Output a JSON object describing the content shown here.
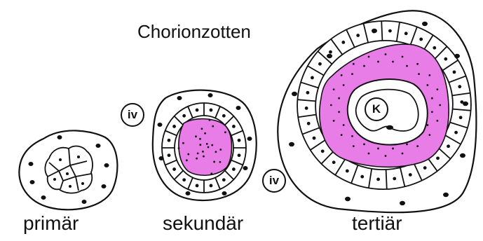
{
  "title": "Chorionzotten",
  "labels": {
    "primar": "primär",
    "sekundar": "sekundär",
    "tertiar": "tertiär"
  },
  "markers": {
    "iv_left": "iv",
    "iv_right": "iv",
    "kapillare": "K"
  },
  "colors": {
    "mesenchyme_pink": "#e87de8",
    "outline": "#111111",
    "background": "#ffffff"
  }
}
